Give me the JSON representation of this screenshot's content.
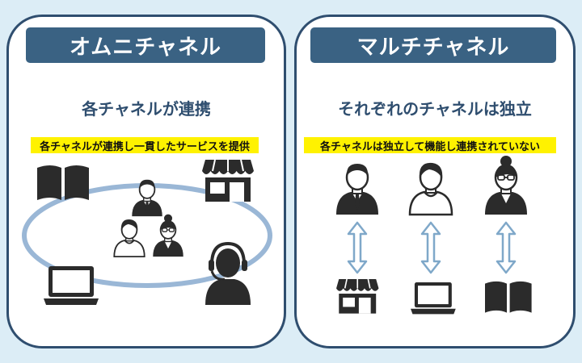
{
  "omni": {
    "title": "オムニチャネル",
    "subtitle": "各チャネルが連携",
    "highlight": "各チャネルが連携し一貫したサービスを提供"
  },
  "multi": {
    "title": "マルチチャネル",
    "subtitle": "それぞれのチャネルは独立",
    "highlight": "各チャネルは独立して機能し連携されていない"
  },
  "colors": {
    "background": "#dcedf6",
    "panel_border": "#2f4e6f",
    "banner": "#3a6283",
    "highlight": "#fff200",
    "ellipse": "#9ab7d6",
    "arrow": "#7fa8c9",
    "icon": "#2b2b2b"
  },
  "icons": {
    "omni": [
      "book-icon",
      "store-icon",
      "laptop-icon",
      "headset-operator-icon",
      "customer-icon"
    ],
    "multi": [
      "customer-icon",
      "store-icon",
      "laptop-icon",
      "book-icon",
      "double-arrow-icon"
    ]
  }
}
